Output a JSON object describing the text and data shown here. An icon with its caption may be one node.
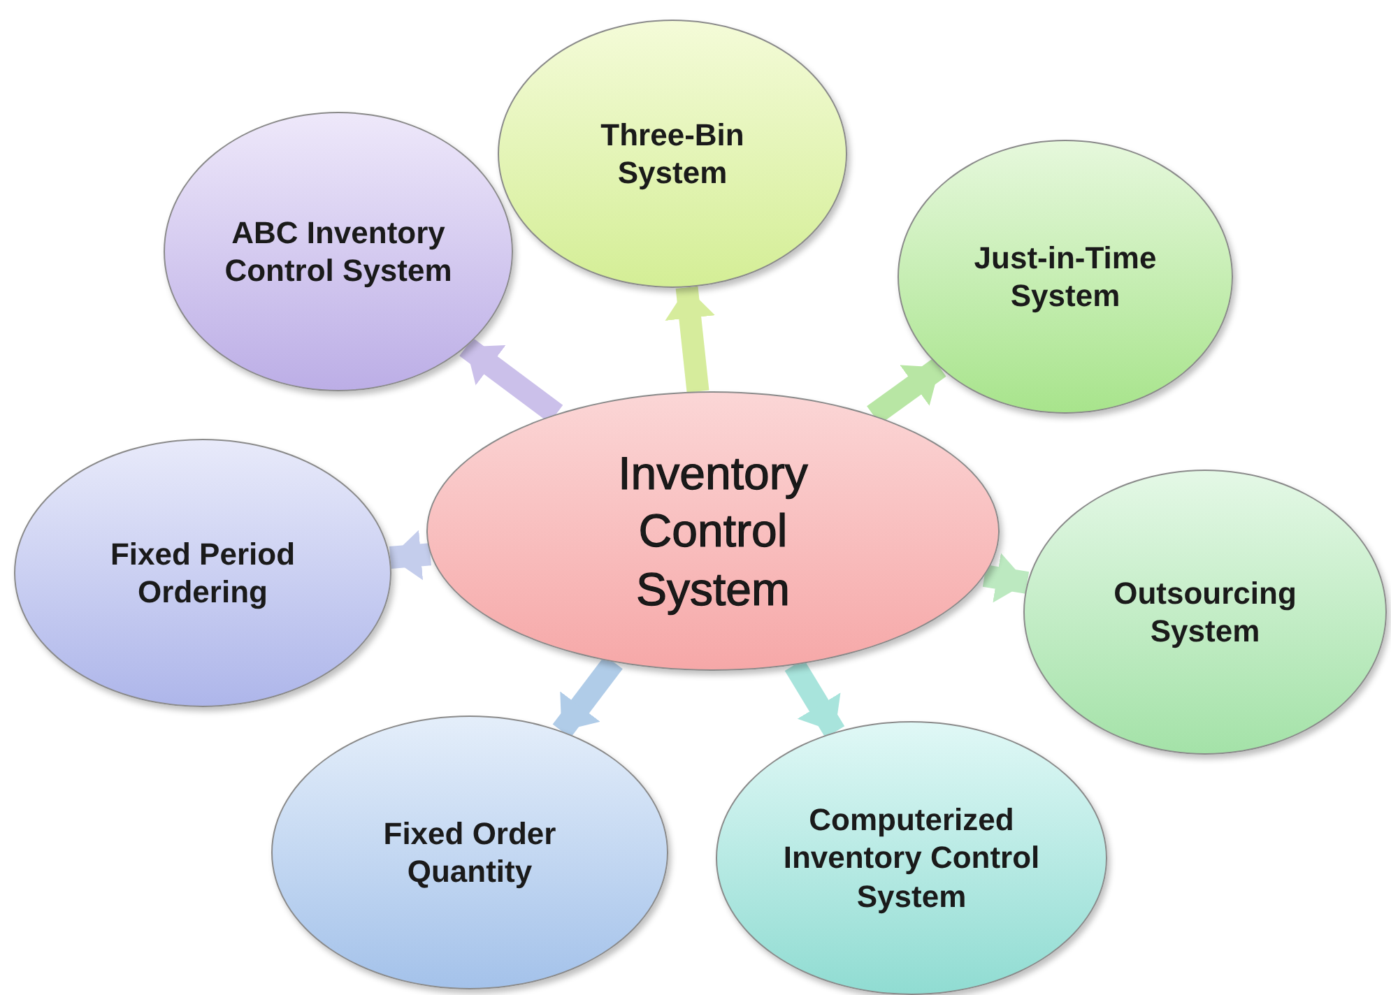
{
  "diagram": {
    "nodes": [
      {
        "text": [
          "Inventory Control System"
        ]
      },
      {
        "text": [
          "Three-Bin System"
        ]
      },
      {
        "text": [
          "Just-in-Time System"
        ]
      },
      {
        "text": [
          "Outsourcing System"
        ]
      },
      {
        "text": [
          "Computerized Inventory Control System"
        ]
      },
      {
        "text": [
          "Fixed Order Quantity"
        ]
      },
      {
        "text": [
          "Fixed Period Ordering"
        ]
      },
      {
        "text": [
          "ABC Inventory Control System"
        ]
      }
    ],
    "edges": [
      {
        "from": 0,
        "to": 1,
        "arrow": "to",
        "color": "#d6ec9c"
      },
      {
        "from": 0,
        "to": 2,
        "arrow": "to",
        "color": "#b8e6a4"
      },
      {
        "from": 0,
        "to": 3,
        "arrow": "to",
        "color": "#bce9c0"
      },
      {
        "from": 0,
        "to": 4,
        "arrow": "to",
        "color": "#a8e4dc"
      },
      {
        "from": 0,
        "to": 5,
        "arrow": "to",
        "color": "#b0cce8"
      },
      {
        "from": 0,
        "to": 6,
        "arrow": "to",
        "color": "#c4cdec"
      },
      {
        "from": 0,
        "to": 7,
        "arrow": "to",
        "color": "#cbc0ea"
      }
    ]
  }
}
